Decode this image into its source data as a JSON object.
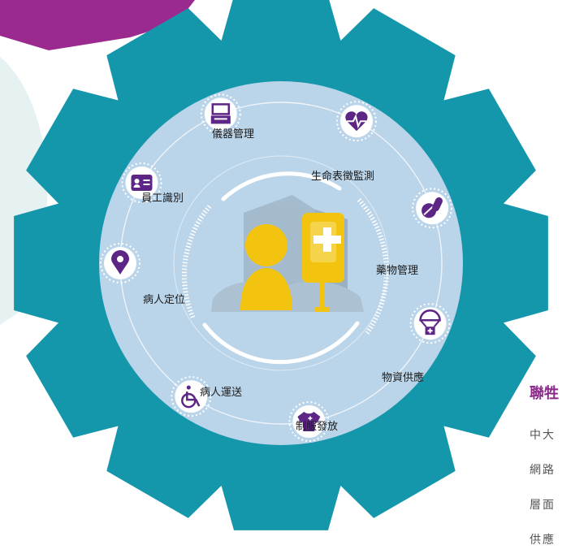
{
  "center": {
    "icon_name": "staff-with-iv-drip-icon"
  },
  "features": [
    {
      "label": "儀器管理",
      "icon_name": "monitor-equipment-icon"
    },
    {
      "label": "生命表徵監測",
      "icon_name": "heartbeat-icon"
    },
    {
      "label": "藥物管理",
      "icon_name": "pills-icon"
    },
    {
      "label": "物資供應",
      "icon_name": "parachute-supply-icon"
    },
    {
      "label": "制服發放",
      "icon_name": "uniform-shirt-icon"
    },
    {
      "label": "病人運送",
      "icon_name": "wheelchair-icon"
    },
    {
      "label": "病人定位",
      "icon_name": "location-pin-icon"
    },
    {
      "label": "員工識別",
      "icon_name": "id-card-icon"
    }
  ],
  "side_panel": {
    "title": "聯牲",
    "lines": [
      "中大",
      "網路",
      "層面",
      "供應"
    ]
  },
  "colors": {
    "gear": "#1497ab",
    "inner_disc": "#bad4e9",
    "accent_purple": "#5d2585",
    "magenta": "#9b2a8f",
    "yellow": "#f2c40f",
    "white": "#ffffff"
  }
}
